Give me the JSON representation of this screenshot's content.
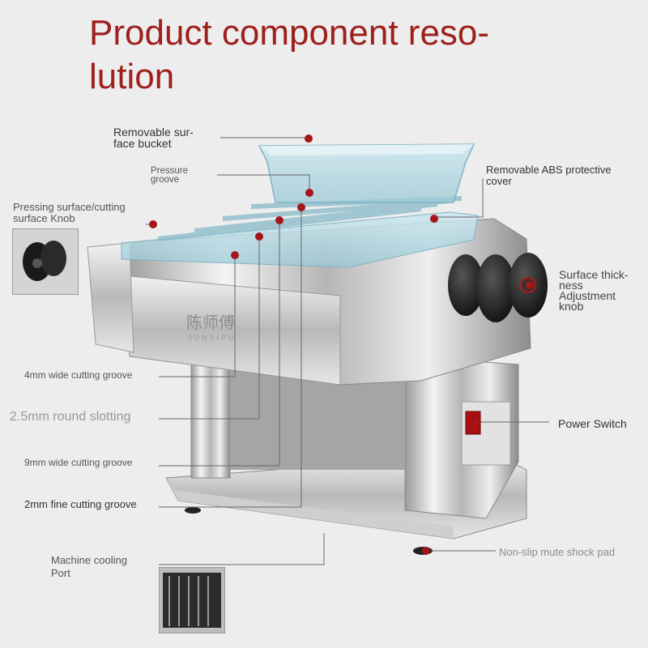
{
  "title": "Product component reso-\nlution",
  "labels": {
    "bucket": "Removable sur-\nface bucket",
    "groove": "Pressure\ngroove",
    "knob": "Pressing surface/cutting\nsurface Knob",
    "cover": "Removable ABS protective\ncover",
    "thickness": "Surface thick-\nness\nAdjustment\nknob",
    "cut4": "4mm wide cutting groove",
    "round": "2.5mm round slotting",
    "switch": "Power Switch",
    "cut9": "9mm wide cutting groove",
    "cut2": "2mm fine cutting groove",
    "pad": "Non-slip mute shock pad",
    "cooling": "Machine cooling\nPort"
  },
  "brand_text": "陈师傅",
  "brand_sub": "JUNXIPU",
  "colors": {
    "title": "#9e1f1c",
    "marker": "#a3161a",
    "line": "#666666"
  }
}
